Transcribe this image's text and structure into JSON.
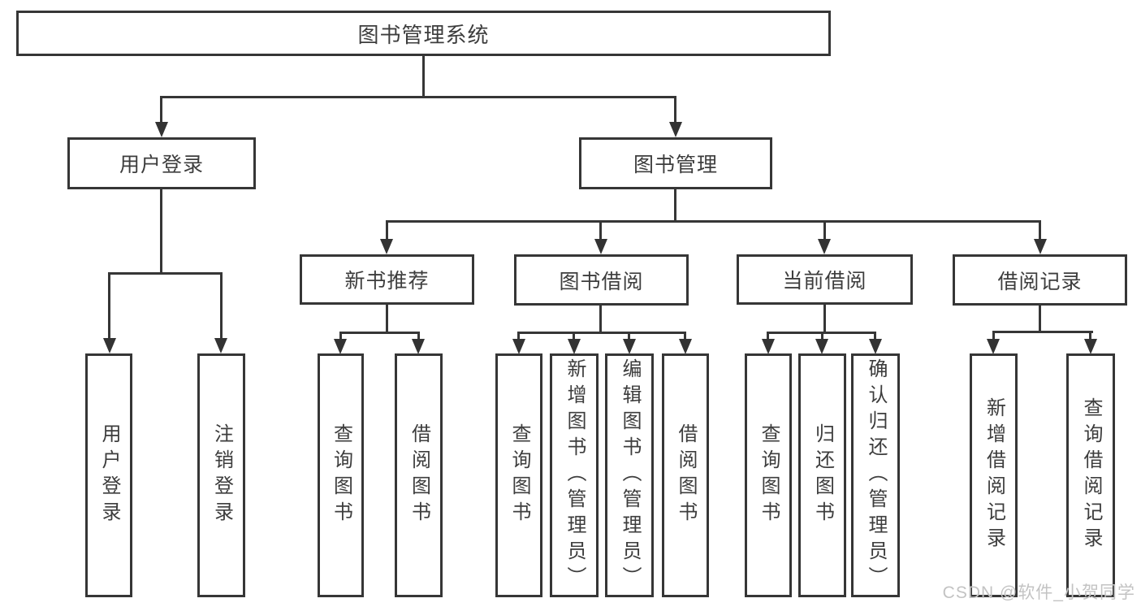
{
  "diagram": {
    "root": {
      "label": "图书管理系统"
    },
    "level2": [
      {
        "label": "用户登录"
      },
      {
        "label": "图书管理"
      }
    ],
    "level3": [
      {
        "label": "新书推荐"
      },
      {
        "label": "图书借阅"
      },
      {
        "label": "当前借阅"
      },
      {
        "label": "借阅记录"
      }
    ],
    "leaves": [
      {
        "items": [
          {
            "label": "用户登录"
          },
          {
            "label": "注销登录"
          }
        ]
      },
      {
        "items": [
          {
            "label": "查询图书"
          },
          {
            "label": "借阅图书"
          }
        ]
      },
      {
        "items": [
          {
            "label": "查询图书"
          },
          {
            "label": "新增图书（管理员）"
          },
          {
            "label": "编辑图书（管理员）"
          },
          {
            "label": "借阅图书"
          }
        ]
      },
      {
        "items": [
          {
            "label": "查询图书"
          },
          {
            "label": "归还图书"
          },
          {
            "label": "确认归还（管理员）"
          }
        ]
      },
      {
        "items": [
          {
            "label": "新增借阅记录"
          },
          {
            "label": "查询借阅记录"
          }
        ]
      }
    ]
  },
  "watermark": {
    "text": "CSDN @软件_小贺同学"
  },
  "colors": {
    "line": "#363636",
    "text": "#3d3d3d",
    "watermark": "#c3c3c3",
    "background": "#ffffff"
  }
}
